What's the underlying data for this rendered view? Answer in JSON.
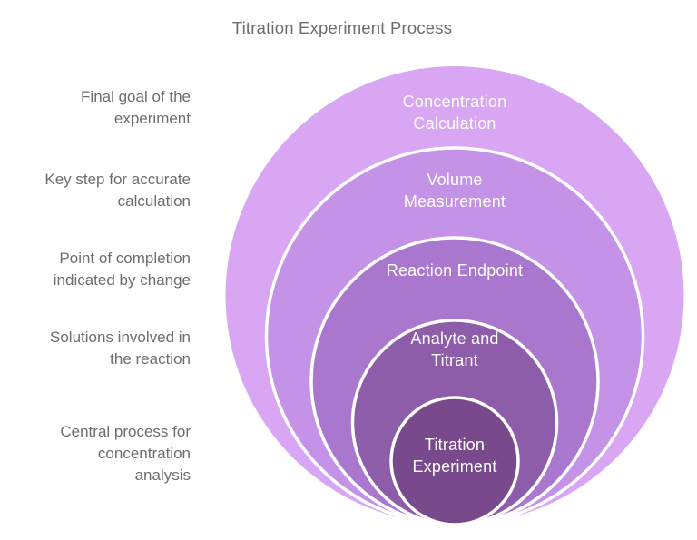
{
  "title": "Titration Experiment Process",
  "diagram": {
    "type": "nested-circles",
    "ring_border_color": "#ffffff",
    "label_text_color": "#ffffff",
    "annotation_text_color": "#6e6c71",
    "title_text_color": "#6e6c71",
    "rings": [
      {
        "name": "concentration-calculation",
        "label": "Concentration Calculation",
        "label_lines": [
          "Concentration",
          "Calculation"
        ],
        "annotation": "Final goal of the experiment",
        "annotation_lines": [
          "Final goal of the",
          "experiment"
        ],
        "color": "#d8a6f2"
      },
      {
        "name": "volume-measurement",
        "label": "Volume Measurement",
        "label_lines": [
          "Volume",
          "Measurement"
        ],
        "annotation": "Key step for accurate calculation",
        "annotation_lines": [
          "Key step for accurate",
          "calculation"
        ],
        "color": "#c492e6"
      },
      {
        "name": "reaction-endpoint",
        "label": "Reaction Endpoint",
        "label_lines": [
          "Reaction Endpoint"
        ],
        "annotation": "Point of completion indicated by change",
        "annotation_lines": [
          "Point of completion",
          "indicated by change"
        ],
        "color": "#a978ce"
      },
      {
        "name": "analyte-and-titrant",
        "label": "Analyte and Titrant",
        "label_lines": [
          "Analyte and",
          "Titrant"
        ],
        "annotation": "Solutions involved in the reaction",
        "annotation_lines": [
          "Solutions involved in",
          "the reaction"
        ],
        "color": "#8d5da9"
      },
      {
        "name": "titration-experiment",
        "label": "Titration Experiment",
        "label_lines": [
          "Titration",
          "Experiment"
        ],
        "annotation": "Central process for concentration analysis",
        "annotation_lines": [
          "Central process for",
          "concentration",
          "analysis"
        ],
        "color": "#784a8b"
      }
    ]
  }
}
